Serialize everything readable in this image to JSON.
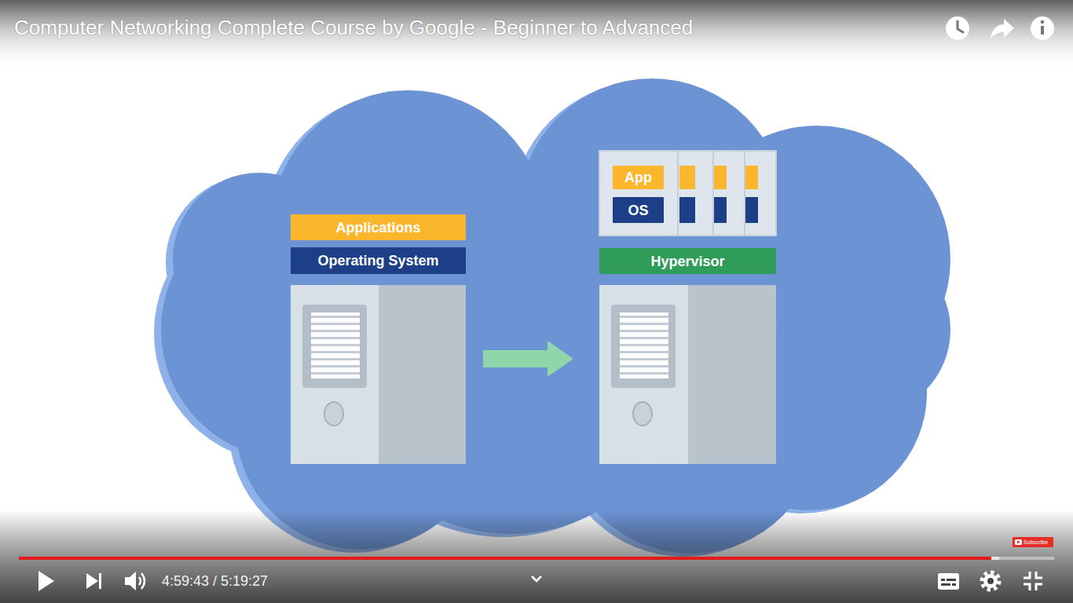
{
  "diagram": {
    "title": "Computer Networking Complete Course by Google - Beginner to Advanced",
    "nodes": [
      {
        "text": [
          "Applications"
        ]
      },
      {
        "text": [
          "Operating System"
        ]
      },
      {
        "text": [
          "App"
        ]
      },
      {
        "text": [
          "OS"
        ]
      },
      {
        "text": [
          "Hypervisor"
        ]
      }
    ],
    "labels": [
      "4:59:43 / 5:19:27",
      "Subscribe"
    ]
  }
}
